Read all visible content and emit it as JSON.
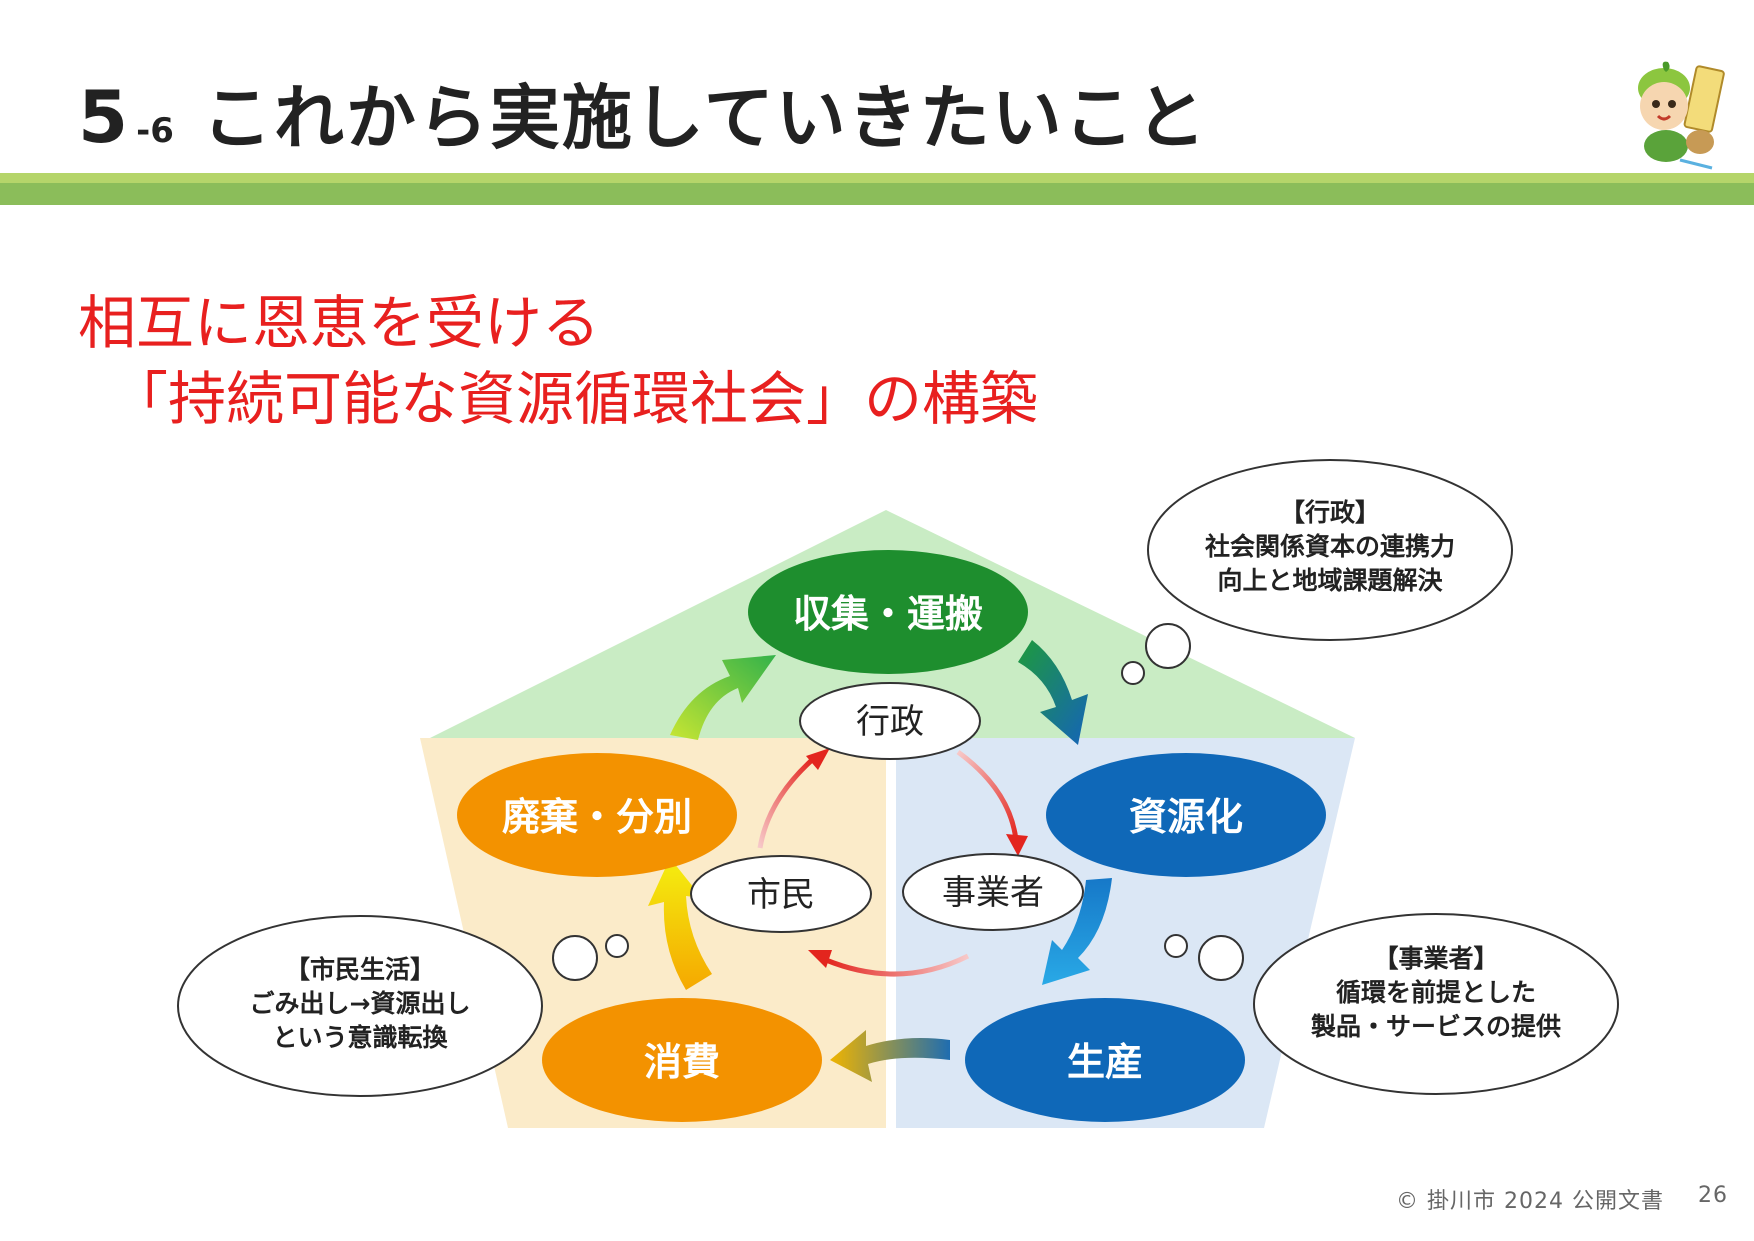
{
  "header": {
    "section_number": "5",
    "section_sub": "-6",
    "title": "これから実施していきたいこと"
  },
  "headline": {
    "line1": "相互に恩恵を受ける",
    "line2": "「持続可能な資源循環社会」の構築"
  },
  "cycle": {
    "collection": "収集・運搬",
    "recycling": "資源化",
    "production": "生産",
    "consumption": "消費",
    "disposal": "廃棄・分別"
  },
  "actors": {
    "government": "行政",
    "citizens": "市民",
    "business": "事業者"
  },
  "bubbles": {
    "government": {
      "heading": "【行政】",
      "line1": "社会関係資本の連携力",
      "line2": "向上と地域課題解決"
    },
    "citizens": {
      "heading": "【市民生活】",
      "line1": "ごみ出し→資源出し",
      "line2": "という意識転換"
    },
    "business": {
      "heading": "【事業者】",
      "line1": "循環を前提とした",
      "line2": "製品・サービスの提供"
    }
  },
  "footer": {
    "copyright": "© 掛川市 2024 公開文書",
    "page": "26"
  },
  "colors": {
    "green": "#1e8e2e",
    "blue": "#0f68b8",
    "orange": "#f39200",
    "red": "#e8201f",
    "accent_bar": "#8bbd5a"
  }
}
